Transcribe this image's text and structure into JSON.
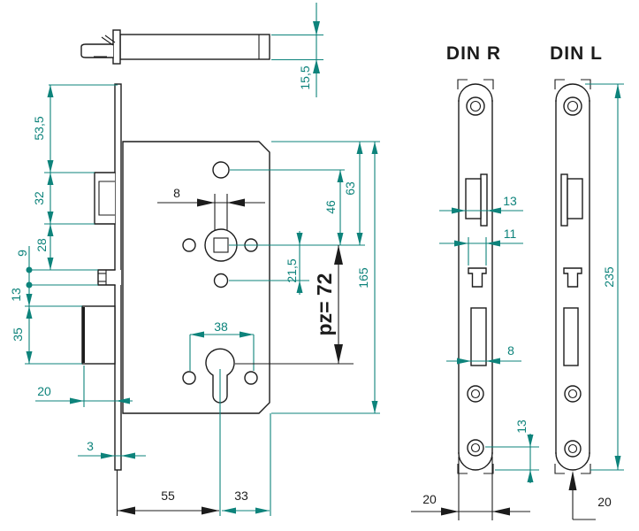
{
  "drawing": {
    "kind": "mortise-lock technical drawing",
    "titles": {
      "din_r": "DIN R",
      "din_l": "DIN L"
    },
    "colors": {
      "dimension": "#0d837b",
      "outline": "#1c1c1c",
      "background": "#ffffff"
    },
    "side_view_dims": {
      "latch_case_height": "15,5"
    },
    "left_dims": {
      "top_to_latch": "53,5",
      "latch_height": "32",
      "latch_to_aux": "28",
      "aux_height": "9",
      "aux_to_deadbolt": "13",
      "deadbolt_height": "35",
      "deadbolt_throw": "20",
      "faceplate_thickness": "3"
    },
    "case_dims": {
      "spindle_slot_width": "8",
      "cylinder_hole_spacing": "38",
      "spindle_to_lower_hole": "21,5",
      "upper_hole_to_spindle": "46",
      "top_to_spindle": "63",
      "case_height": "165",
      "backset_pz": "pz= 72",
      "backset": "55",
      "spindle_to_edge": "33"
    },
    "din_dims": {
      "latch_cutout_width": "13",
      "follower_cutout_width": "11",
      "deadbolt_cutout_width": "8",
      "bottom_hole_offset": "13",
      "faceplate_length": "235",
      "faceplate_width_r": "20",
      "faceplate_width_l": "20"
    }
  }
}
